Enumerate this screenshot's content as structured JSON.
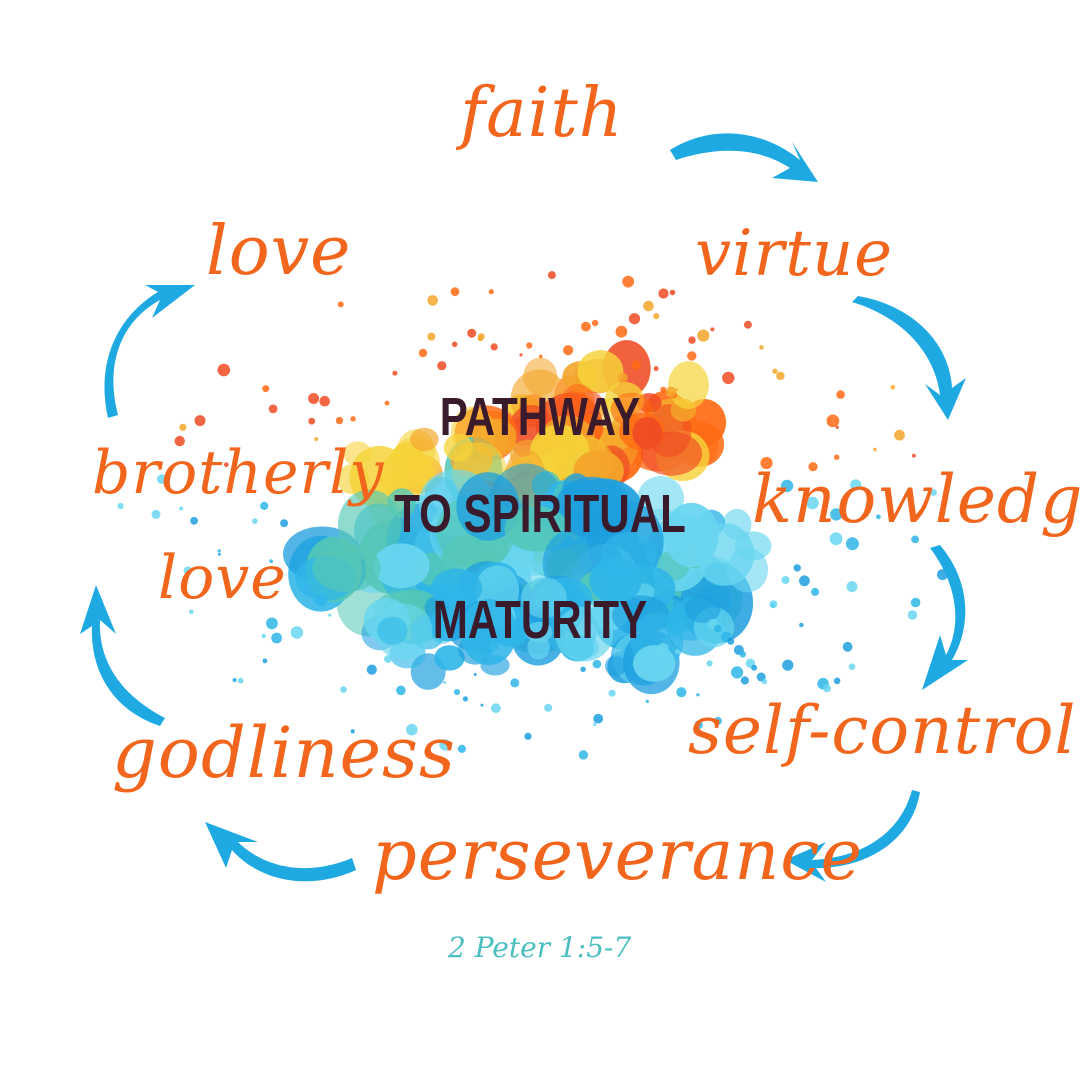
{
  "title": {
    "line1": "PATHWAY",
    "line2": "TO SPIRITUAL",
    "line3": "MATURITY"
  },
  "virtues": {
    "faith": "faith",
    "virtue": "virtue",
    "knowledge": "knowledge",
    "self_control": "self-control",
    "perseverance": "perseverance",
    "godliness": "godliness",
    "brotherly": "brotherly",
    "brotherly_love": "love",
    "love": "love"
  },
  "reference": "2 Peter 1:5-7",
  "colors": {
    "word": "#f2651c",
    "arrow": "#1fa9e3",
    "title": "#3a1b2b",
    "reference": "#4cbfc0",
    "splash": [
      "#f4a62a",
      "#ff6a13",
      "#f04b23",
      "#f6d33a",
      "#54c7b6",
      "#2fb6e8",
      "#1e9fdf",
      "#69d6f0"
    ]
  },
  "icons": {
    "arrow": "curved-arrow-icon",
    "splash": "paint-splash-icon"
  }
}
